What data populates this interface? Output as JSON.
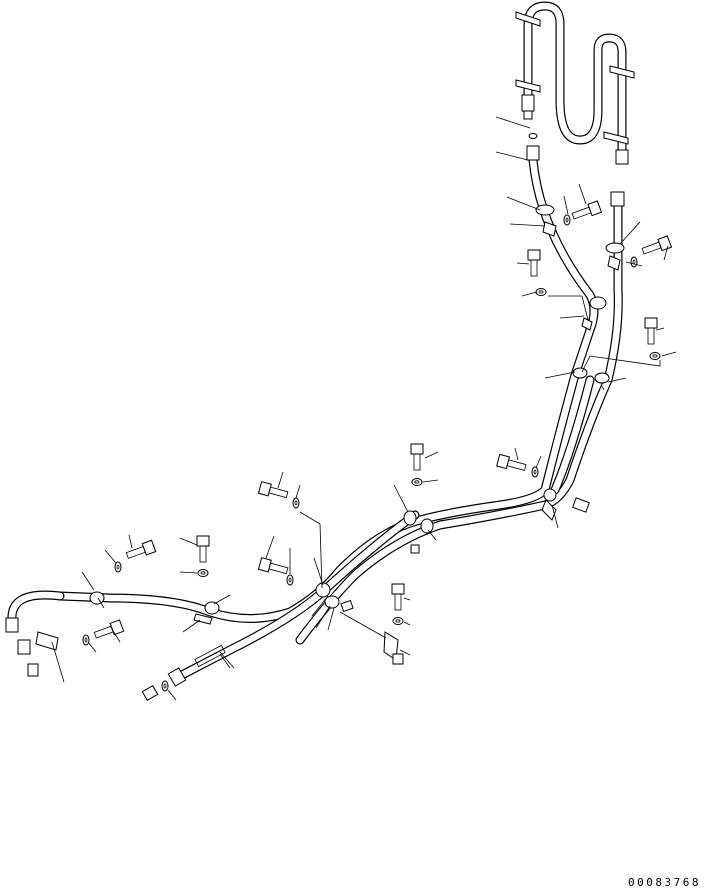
{
  "drawing_number": "00083768",
  "parts": [
    "upper-pipe-assembly",
    "o-ring",
    "hose",
    "hose-clamp",
    "clamp-bolt",
    "clamp-washer",
    "bracket-clamp",
    "bolt",
    "washer",
    "elbow-fitting",
    "adapter",
    "fitting",
    "spacer-sleeve",
    "nut",
    "clip"
  ]
}
